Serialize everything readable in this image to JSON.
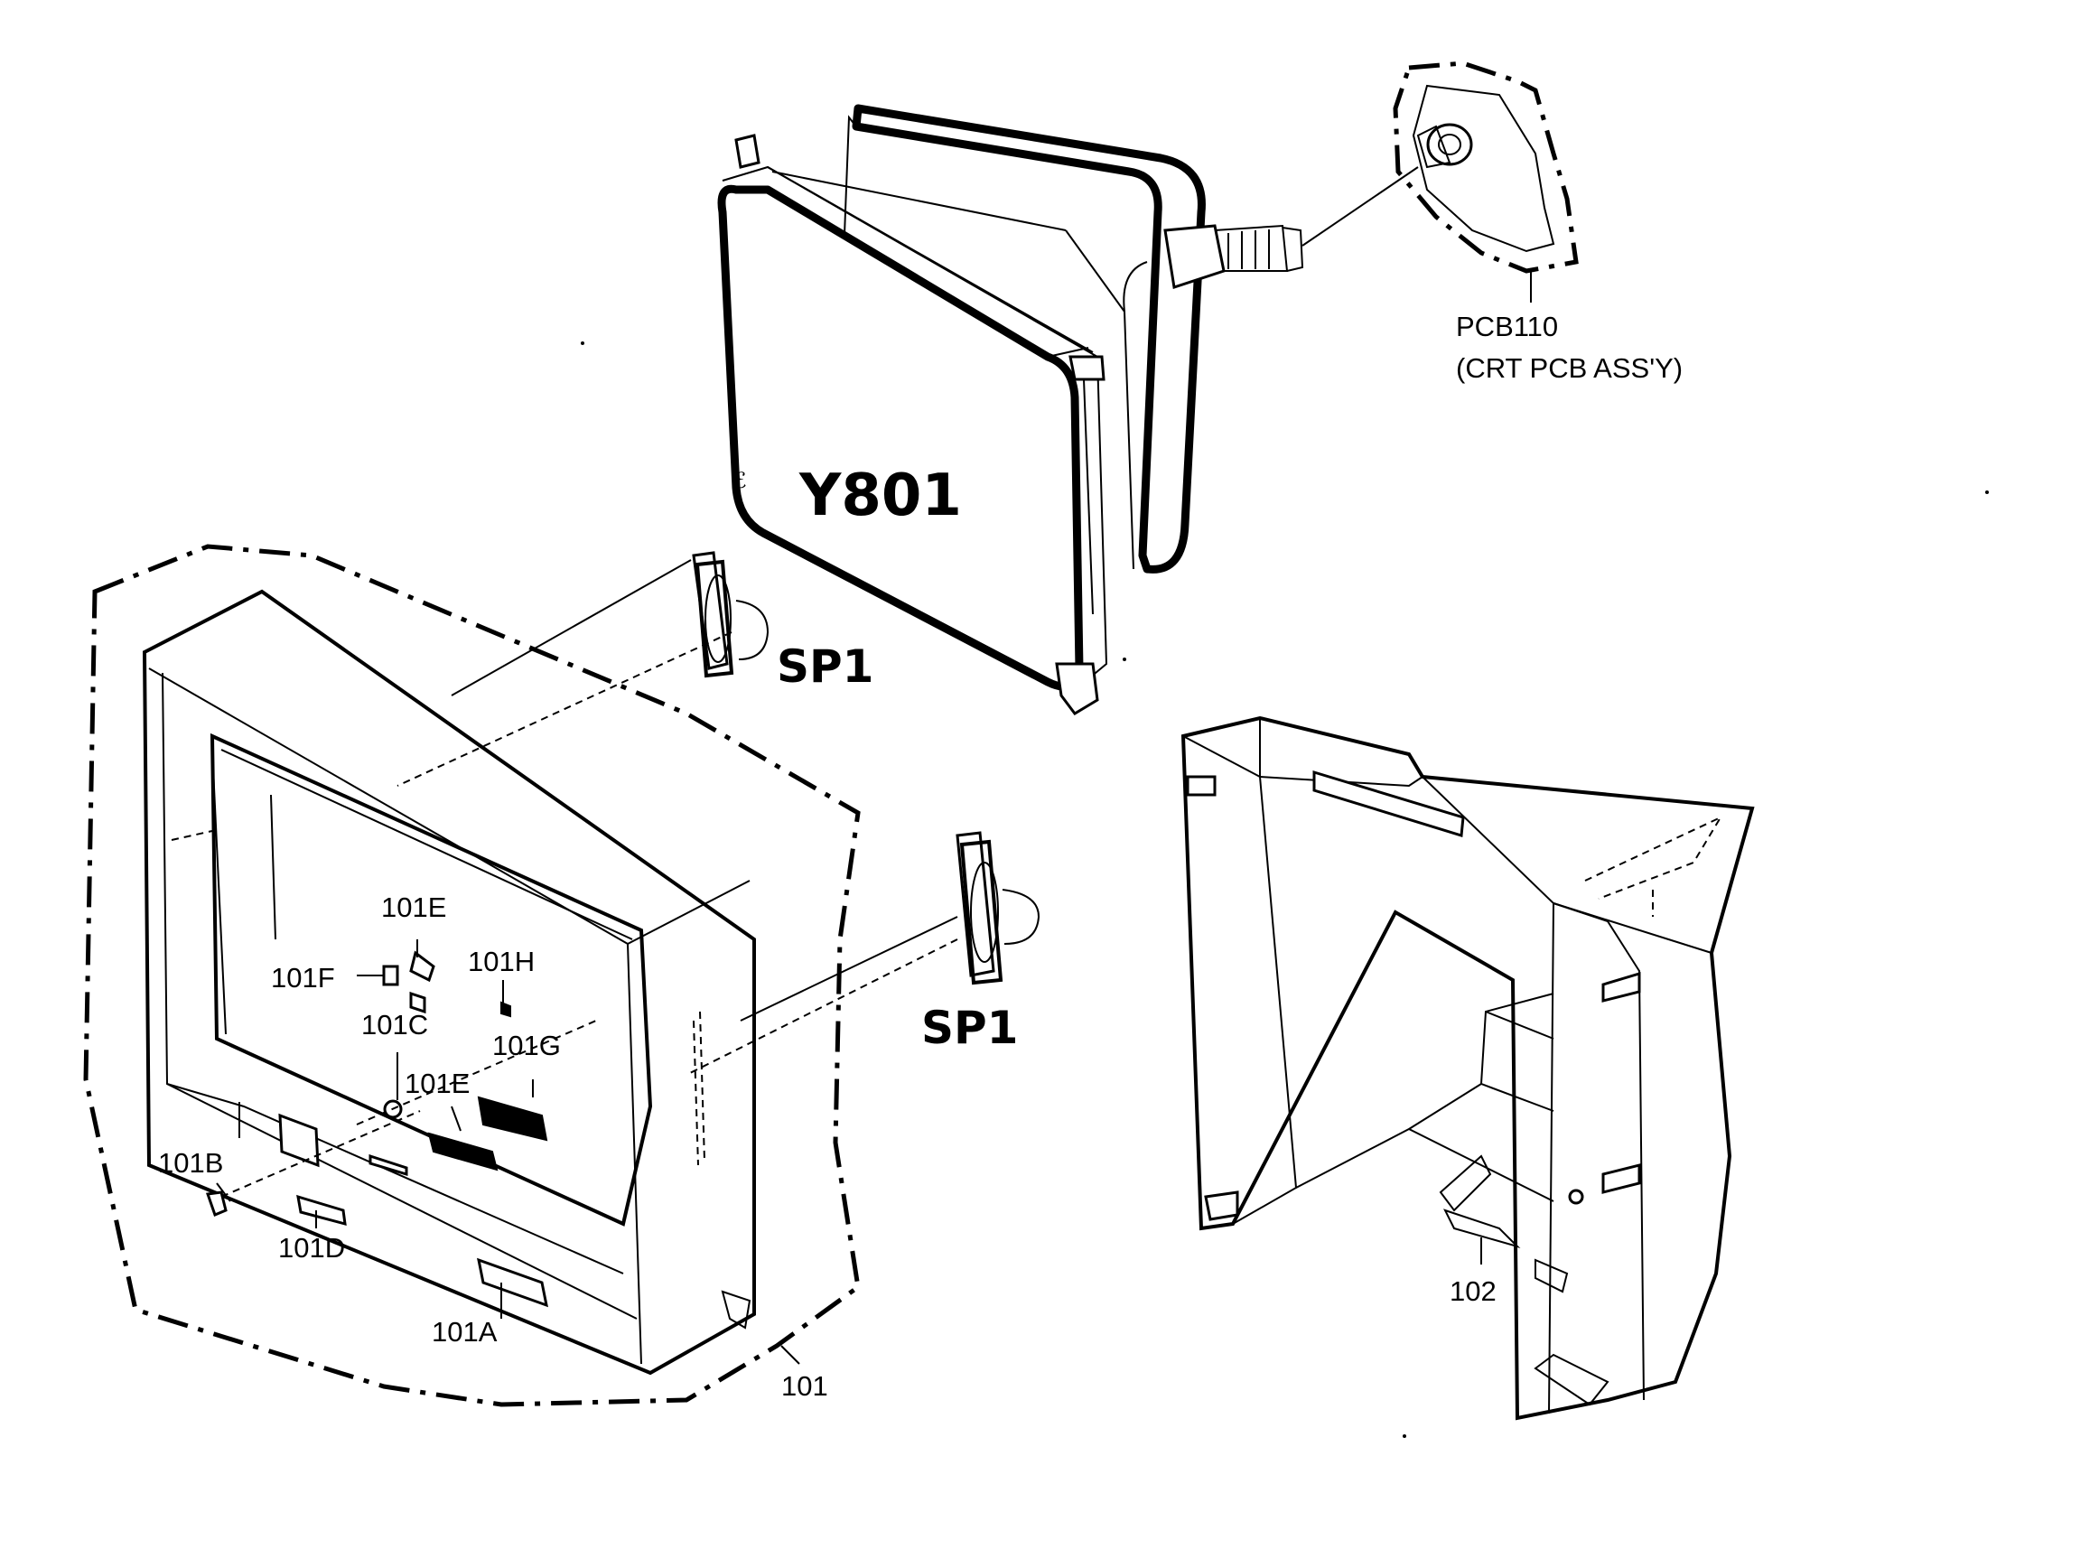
{
  "labels": {
    "pcb110": "PCB110",
    "pcb110_desc": "(CRT PCB ASS'Y)",
    "y801": "Y801",
    "sp1_upper": "SP1",
    "sp1_lower": "SP1",
    "l101E_top": "101E",
    "l101F": "101F",
    "l101H": "101H",
    "l101C": "101C",
    "l101G": "101G",
    "l101E_mid": "101E",
    "l101B": "101B",
    "l101D": "101D",
    "l101A": "101A",
    "l101": "101",
    "l102": "102"
  }
}
